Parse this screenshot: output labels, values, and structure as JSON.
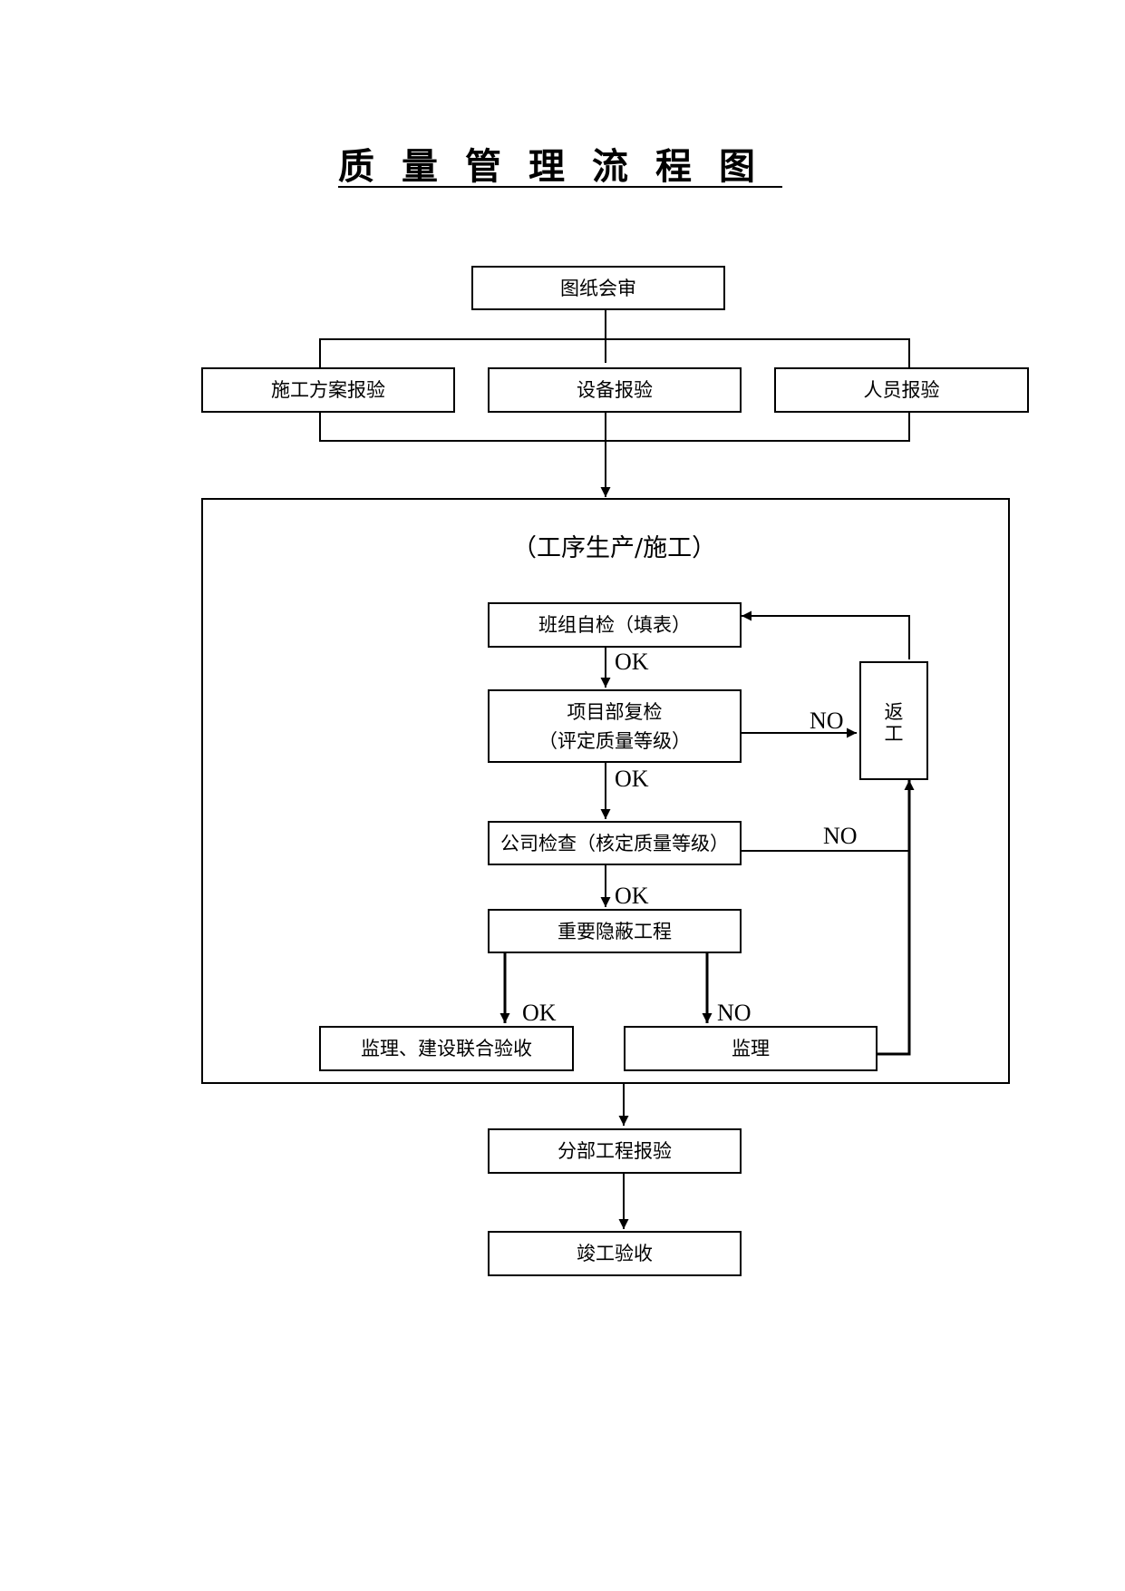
{
  "title": "质量管理流程图",
  "nodes": {
    "drawing_review": "图纸会审",
    "plan_report": "施工方案报验",
    "equipment_report": "设备报验",
    "personnel_report": "人员报验",
    "process_label": "（工序生产/施工）",
    "team_selfcheck": "班组自检（填表）",
    "project_recheck_line1": "项目部复检",
    "project_recheck_line2": "（评定质量等级）",
    "company_check": "公司检查（核定质量等级）",
    "hidden_works": "重要隐蔽工程",
    "joint_acceptance": "监理、建设联合验收",
    "supervision": "监理",
    "rework_1": "返",
    "rework_2": "工",
    "division_report": "分部工程报验",
    "completion_acceptance": "竣工验收"
  },
  "labels": {
    "ok_1": "OK",
    "ok_2": "OK",
    "ok_3": "OK",
    "ok_4": "OK",
    "no_1": "NO",
    "no_2": "NO",
    "no_3": "NO"
  }
}
